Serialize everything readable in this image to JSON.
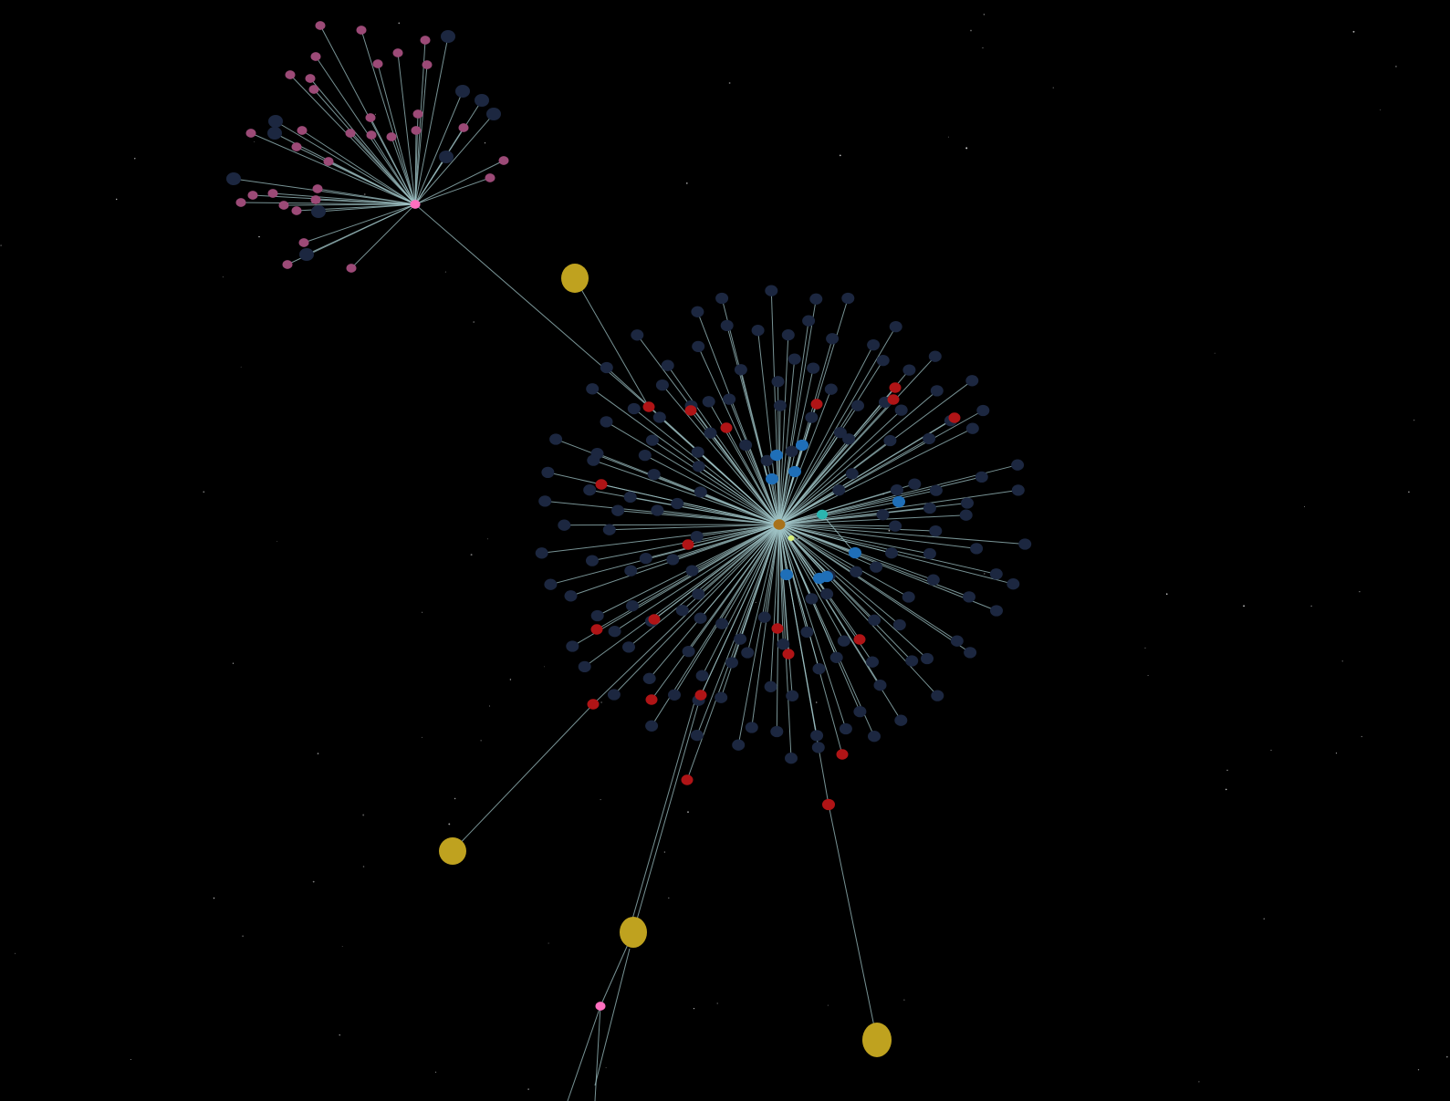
{
  "view": {
    "background_color": "#000000",
    "edge_color": "#9fc3c6",
    "star_color": "#ffffff"
  },
  "node_palette": {
    "navy": "#1c2740",
    "crimson": "#b01416",
    "pink_small": "#9c4a77",
    "pink_hub": "#ff6fbf",
    "gold": "#bfa21f",
    "azure": "#1f6fb8",
    "teal": "#2bb5b0",
    "amber_hub": "#a8721a",
    "lime": "#d8f07a"
  },
  "clusters": [
    {
      "id": "pink-cluster",
      "hub_color": "pink_hub",
      "leaf_color": "pink_small",
      "secondary_leaf_color": "navy"
    },
    {
      "id": "main-cluster",
      "hub_color": "amber_hub",
      "leaf_color": "navy",
      "accent_colors": [
        "crimson",
        "azure",
        "teal",
        "lime"
      ]
    }
  ],
  "connectors": [
    {
      "from": "pink-cluster-hub",
      "to": "main-cluster-bridge",
      "via": "gold-node-1"
    },
    {
      "from": "crimson-outlier-west",
      "to": "gold-node-2"
    },
    {
      "from": "crimson-outlier-south",
      "to": "gold-node-3"
    },
    {
      "from": "gold-node-3",
      "to": "pink-node-south"
    },
    {
      "from": "crimson-outlier-southeast",
      "to": "gold-node-4"
    }
  ]
}
